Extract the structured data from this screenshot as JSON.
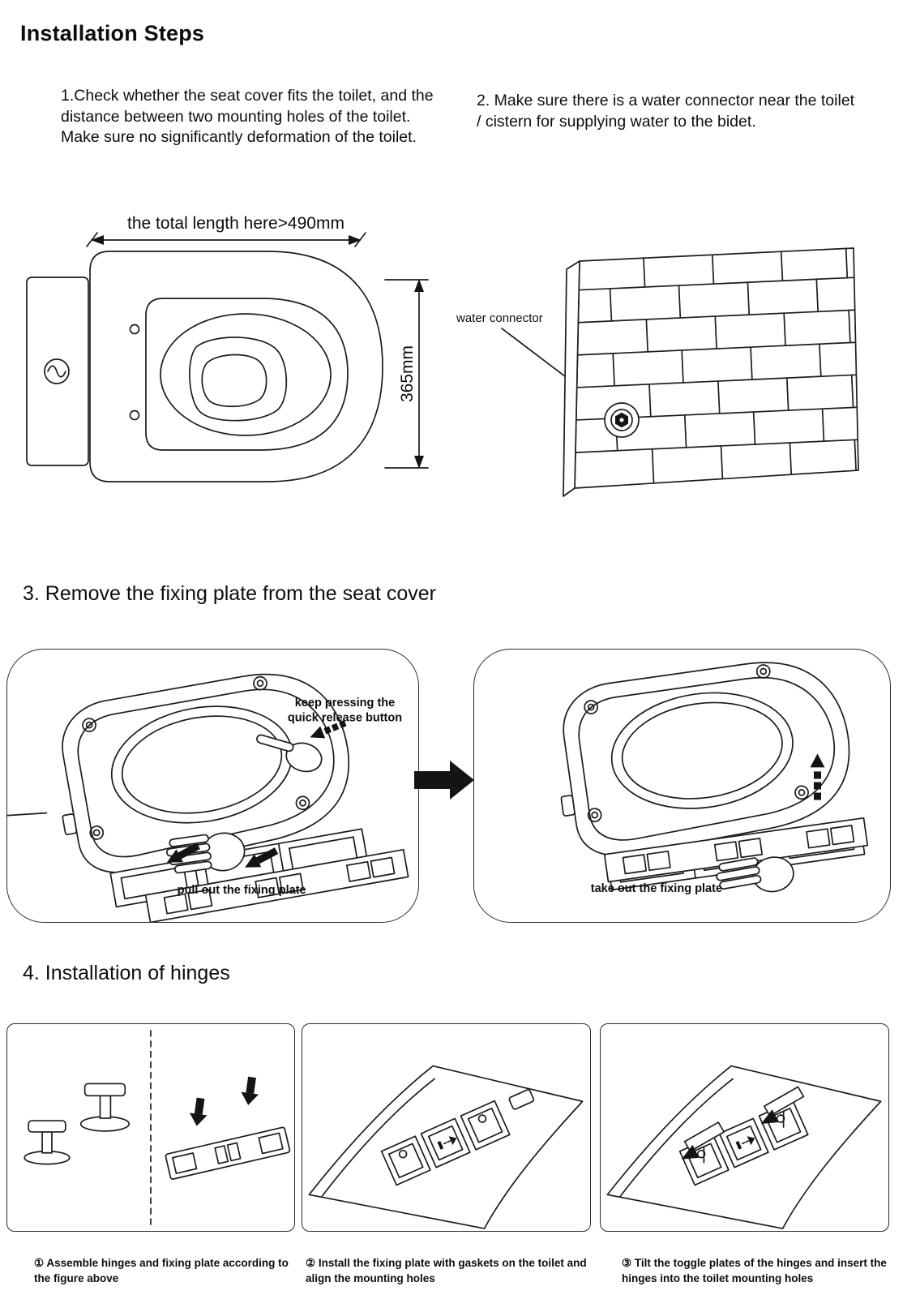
{
  "title": "Installation Steps",
  "intro": {
    "step1": "1.Check whether the seat cover  fits the toilet, and the distance between two mounting holes of the toilet. Make sure no significantly deformation of the toilet.",
    "step2": "2. Make sure there is a water connector near the toilet / cistern for supplying water to the bidet."
  },
  "fig_toilet": {
    "length_label": "the total length here>490mm",
    "width_label": "365mm"
  },
  "fig_wall": {
    "connector_label": "water connector"
  },
  "section3": {
    "heading": "3. Remove the fixing plate from the seat cover",
    "press_label_1": "keep pressing the",
    "press_label_2": "quick release button",
    "pull_label": "pull out the fixing plate",
    "take_label": "take out the fixing plate"
  },
  "section4": {
    "heading": "4.  Installation of hinges",
    "caption1": "① Assemble hinges and fixing plate according to the figure above",
    "caption2": "② Install the fixing plate with gaskets on the toilet and align the mounting holes",
    "caption3": "③ Tilt the toggle plates of the hinges and insert the hinges into the toilet mounting holes"
  }
}
